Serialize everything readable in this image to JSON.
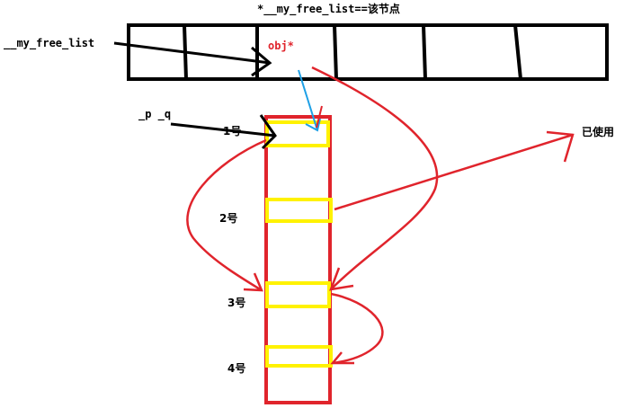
{
  "title": "*__my_free_list==该节点",
  "labels": {
    "my_free_list": "__my_free_list",
    "obj": "obj*",
    "p_q": "_p _q",
    "used": "已使用",
    "node1": "1号",
    "node2": "2号",
    "node3": "3号",
    "node4": "4号"
  },
  "colors": {
    "black": "#000000",
    "red": "#e0242c",
    "yellow": "#fff200",
    "blue": "#1ea0e6"
  }
}
